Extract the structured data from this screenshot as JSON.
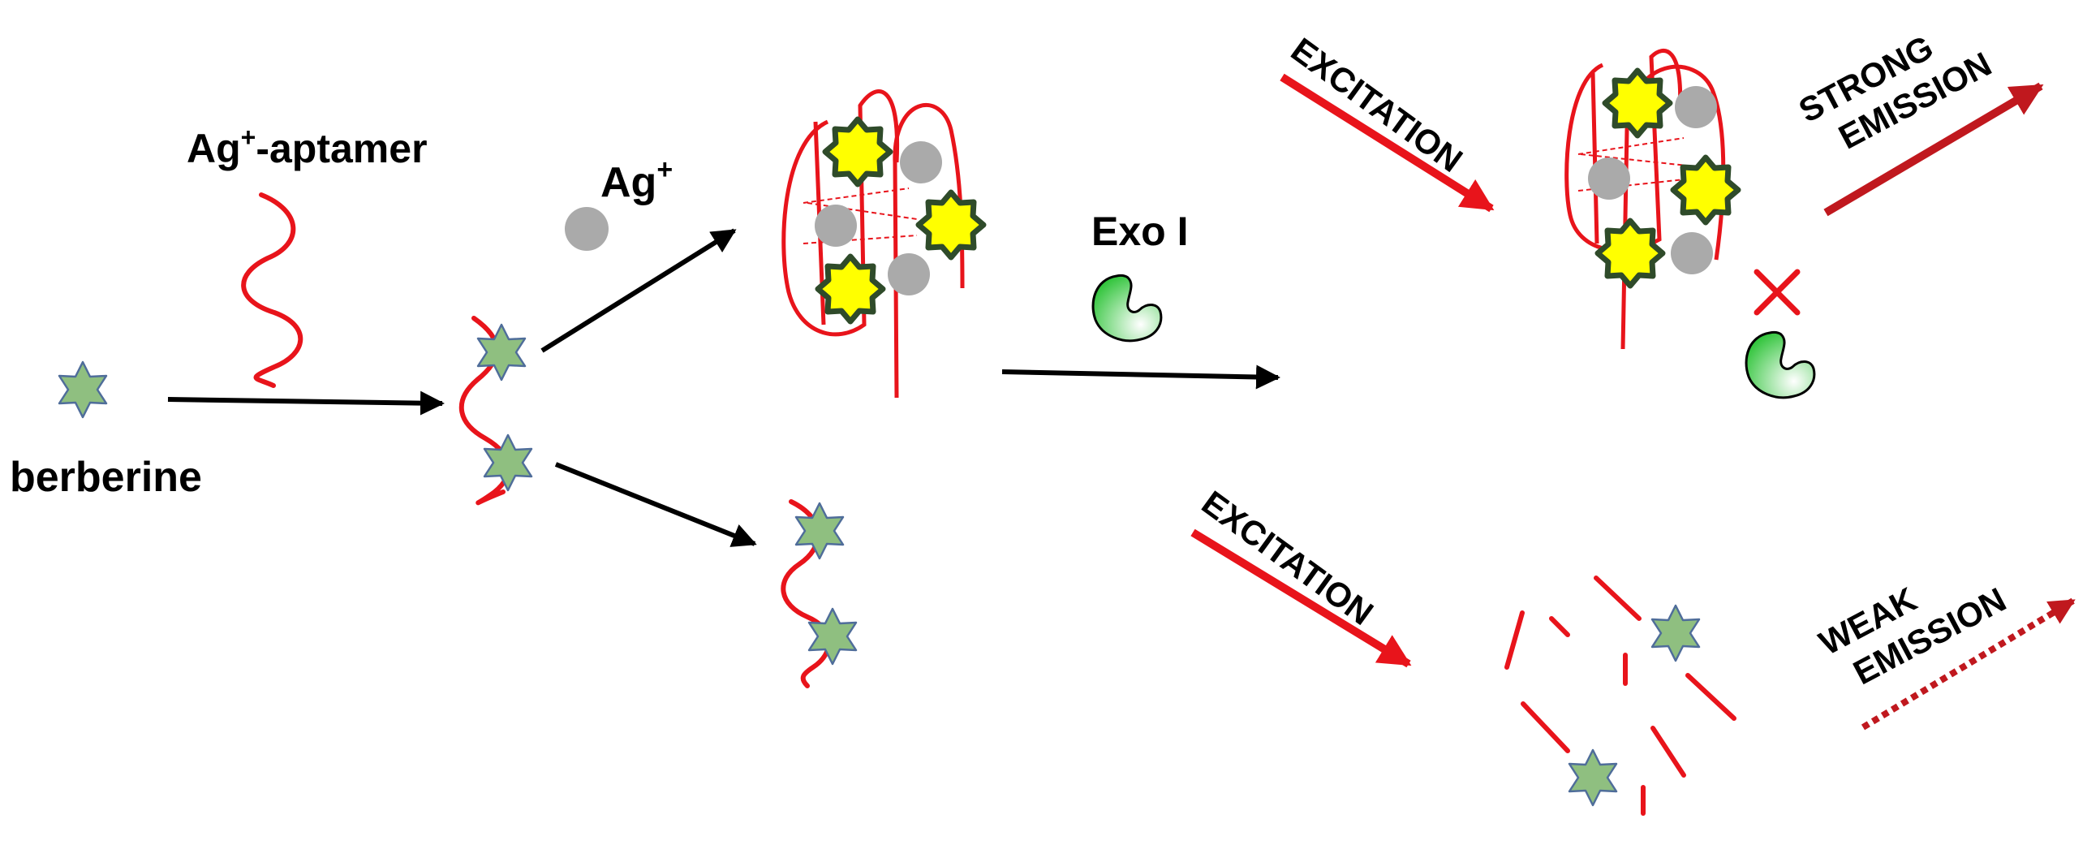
{
  "labels": {
    "berberine": "berberine",
    "aptamer": "Ag",
    "aptamer_sup": "+",
    "aptamer_rest": "-aptamer",
    "ag_ion": "Ag",
    "ag_ion_sup": "+",
    "exo": "Exo I",
    "excitation_top": "EXCITATION",
    "excitation_bottom": "EXCITATION",
    "strong_line1": "STRONG",
    "strong_line2": "EMISSION",
    "weak_line1": "WEAK",
    "weak_line2": "EMISSION"
  },
  "colors": {
    "strand": "#e8141b",
    "berberine_fill": "#8fbf80",
    "berberine_stroke": "#4f6d9a",
    "bound_star_fill": "#ffff00",
    "bound_star_stroke": "#2f4b2a",
    "ag_ion": "#aaaaaa",
    "arrow": "#000000",
    "excitation_arrow": "#e8141b",
    "emission_arrow": "#c0181e",
    "exo_enzyme": "#2ecc3a"
  },
  "icons": {
    "berberine": "six-point-star-icon",
    "bound_berberine": "eight-point-star-icon",
    "silver_ion": "circle-icon",
    "exonuclease": "pacman-enzyme-icon",
    "blocked": "x-mark-icon"
  }
}
